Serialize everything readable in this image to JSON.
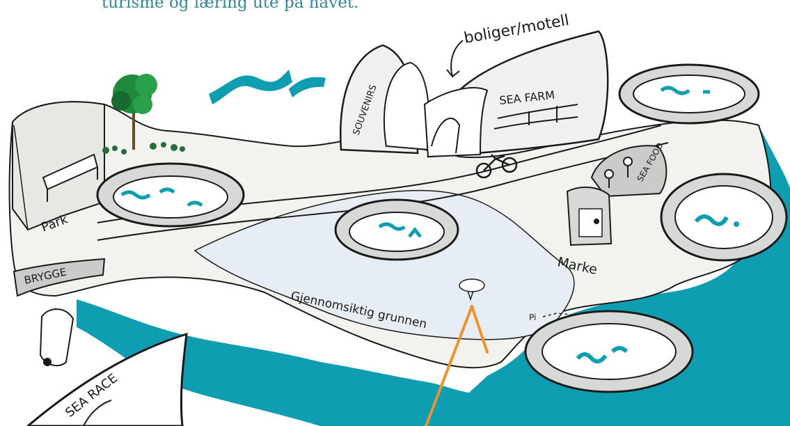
{
  "caption": "turisme og læring ute på havet.",
  "labels": {
    "housing_motel": "boliger/motell",
    "sea_farm": "SEA FARM",
    "souvenirs": "SOUVENIRS",
    "seafood": "SEA FOOD",
    "park": "Park",
    "brygge": "BRYGGE",
    "market": "Marke",
    "transparent_ground": "Gjennomsiktig grunnen",
    "pi": "Pi",
    "sea_race": "SEA RACE"
  },
  "colors": {
    "water": "#0e9db1",
    "ink": "#1a1a1a",
    "pointer": "#f0922b",
    "caption": "#2f8799",
    "tree": "#1f8a3c"
  }
}
